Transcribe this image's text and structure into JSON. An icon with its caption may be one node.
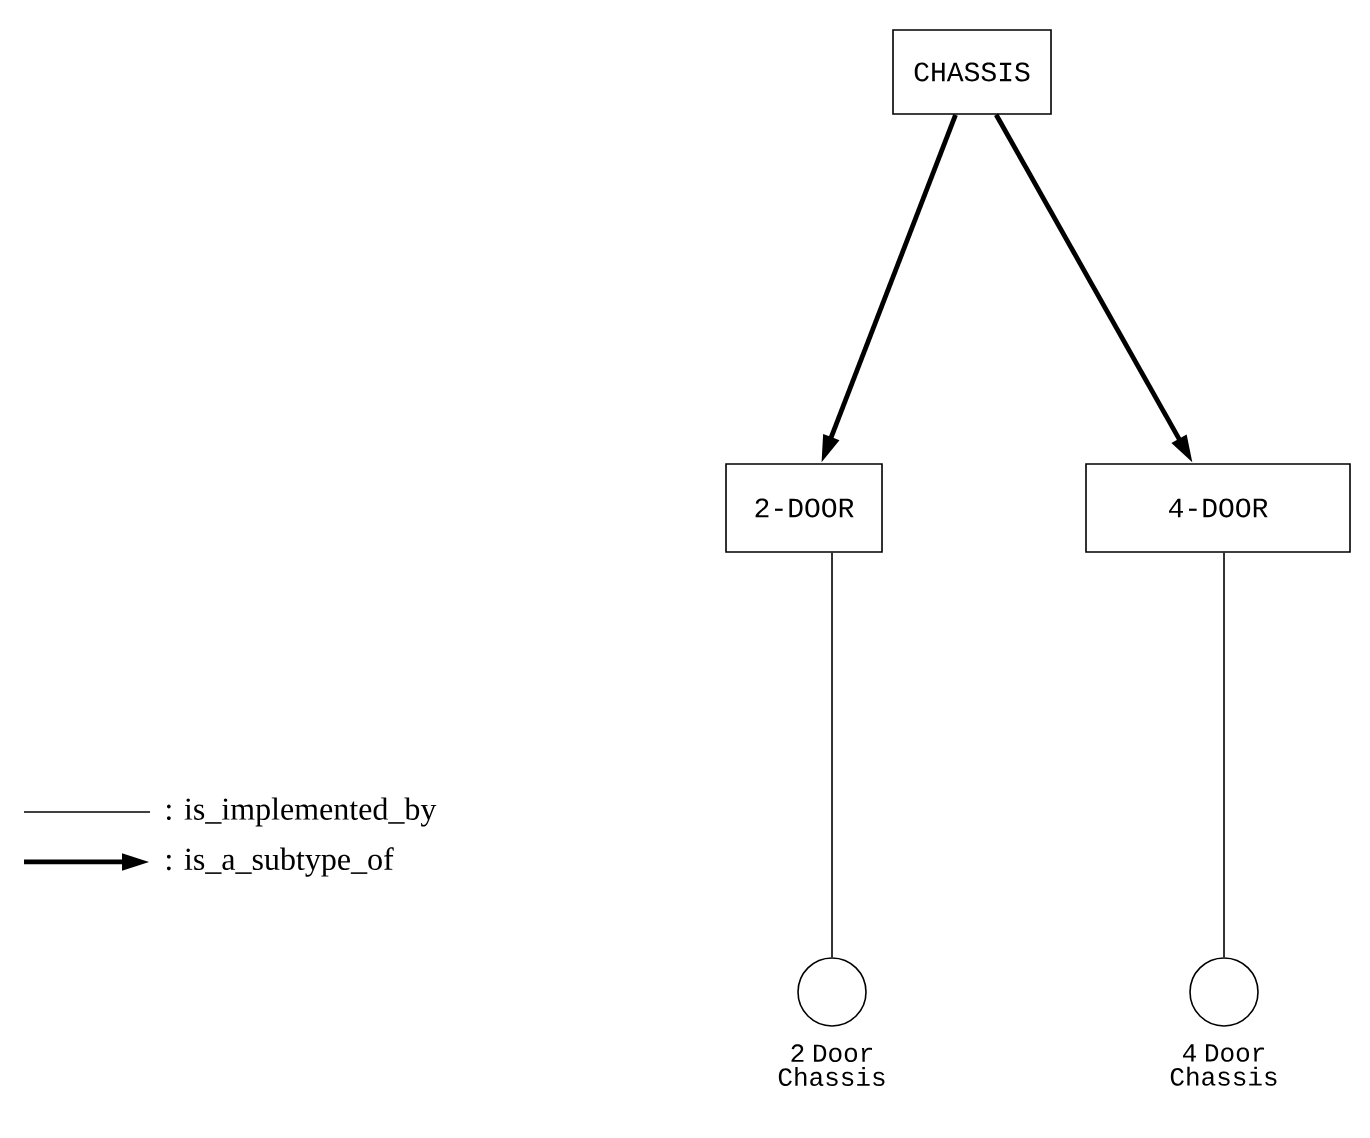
{
  "diagram": {
    "nodes": [
      {
        "text": [
          "CHASSIS"
        ]
      },
      {
        "text": [
          "2-DOOR"
        ]
      },
      {
        "text": [
          "4-DOOR"
        ]
      },
      {
        "text": [],
        "shape": "circle",
        "beside": [
          "2 Door Chassis"
        ]
      },
      {
        "text": [],
        "shape": "circle",
        "beside": [
          "4 Door Chassis"
        ]
      }
    ],
    "edges": [
      {
        "from": 0,
        "to": 1,
        "arrow": "to",
        "style": "thick"
      },
      {
        "from": 0,
        "to": 2,
        "arrow": "to",
        "style": "thick"
      },
      {
        "from": 1,
        "to": 3,
        "arrow": "none"
      },
      {
        "from": 2,
        "to": 4,
        "arrow": "none"
      }
    ],
    "legend": [
      {
        "text": ": is_implemented_by"
      },
      {
        "text": ": is_a_subtype_of"
      }
    ]
  }
}
